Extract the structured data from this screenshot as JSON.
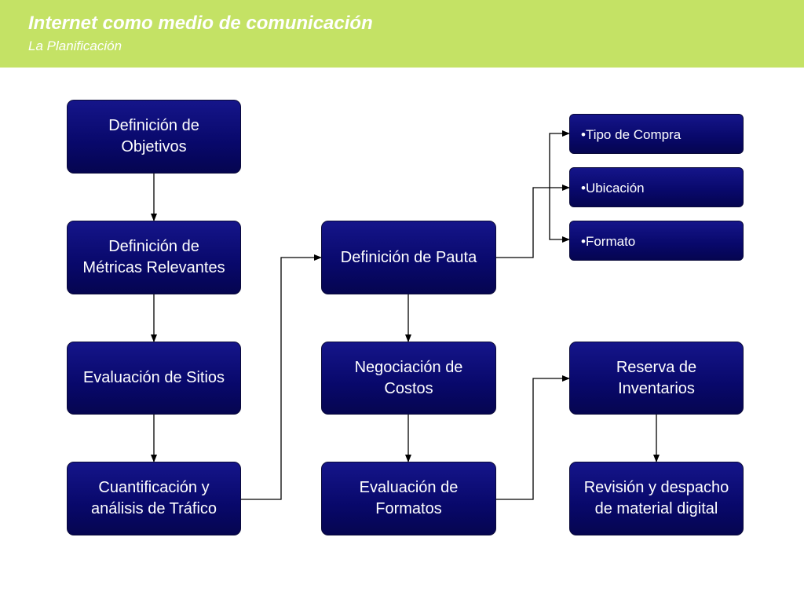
{
  "header": {
    "title": "Internet como medio de comunicación",
    "subtitle": "La Planificación"
  },
  "boxes": {
    "objetivos": "Definición de\n Objetivos",
    "metricas": "Definición de\nMétricas Relevantes",
    "sitios": "Evaluación de Sitios",
    "trafico": "Cuantificación y\nanálisis de Tráfico",
    "pauta": "Definición de Pauta",
    "costos": "Negociación de\nCostos",
    "formatos": "Evaluación de\nFormatos",
    "tipo_compra": "•Tipo de Compra",
    "ubicacion": "•Ubicación",
    "formato": "•Formato",
    "inventarios": "Reserva de\nInventarios",
    "revision": "Revisión y despacho\nde material digital"
  },
  "colors": {
    "header_bg": "#c4e265",
    "box_fill": "#08086a",
    "connector": "#000000"
  }
}
